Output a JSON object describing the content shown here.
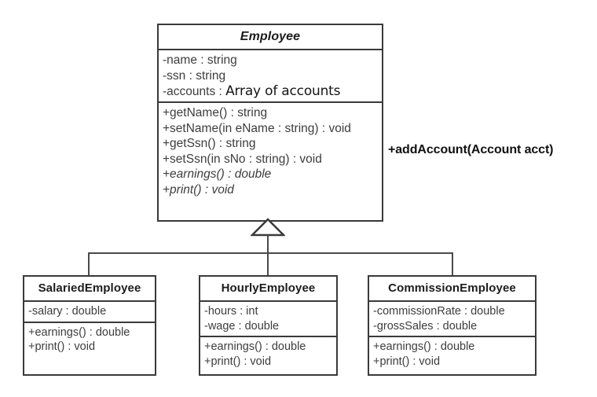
{
  "diagram": {
    "kind": "uml-class-diagram",
    "relationship": "generalization",
    "colors": {
      "stroke": "#3a3a3a",
      "line": "#4a4a4a",
      "text": "#3d3d3d",
      "background": "#ffffff"
    },
    "classes": {
      "employee": {
        "name": "Employee",
        "abstract": true,
        "attributes": [
          {
            "text": "-name : string"
          },
          {
            "text": "-ssn : string"
          },
          {
            "prefix": "-accounts : ",
            "note": "Array of accounts"
          }
        ],
        "operations": [
          {
            "text": "+getName() : string",
            "abstract": false
          },
          {
            "text": "+setName(in eName : string) : void",
            "abstract": false
          },
          {
            "text": "+getSsn() : string",
            "abstract": false
          },
          {
            "text": "+setSsn(in sNo : string) : void",
            "abstract": false
          },
          {
            "text": "+earnings() : double",
            "abstract": true
          },
          {
            "text": "+print() : void",
            "abstract": true
          }
        ]
      },
      "salaried": {
        "name": "SalariedEmployee",
        "abstract": false,
        "attributes": [
          {
            "text": "-salary : double"
          }
        ],
        "operations": [
          {
            "text": "+earnings() : double"
          },
          {
            "text": "+print() : void"
          }
        ]
      },
      "hourly": {
        "name": "HourlyEmployee",
        "abstract": false,
        "attributes": [
          {
            "text": "-hours : int"
          },
          {
            "text": "-wage : double"
          }
        ],
        "operations": [
          {
            "text": "+earnings() : double"
          },
          {
            "text": "+print() : void"
          }
        ]
      },
      "commission": {
        "name": "CommissionEmployee",
        "abstract": false,
        "attributes": [
          {
            "text": "-commissionRate : double"
          },
          {
            "text": "-grossSales : double"
          }
        ],
        "operations": [
          {
            "text": "+earnings() : double"
          },
          {
            "text": "+print() : void"
          }
        ]
      }
    },
    "annotations": [
      {
        "text": "+addAccount(Account acct)"
      }
    ]
  }
}
